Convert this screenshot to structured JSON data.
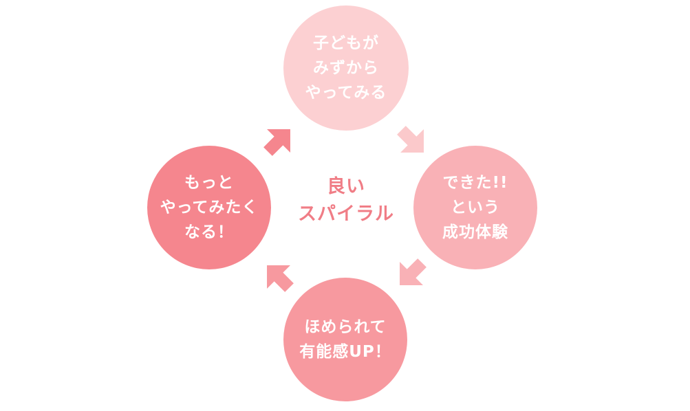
{
  "diagram": {
    "center_label": "良い\nスパイラル",
    "nodes": [
      {
        "id": "top",
        "label": "子どもが\nみずから\nやってみる",
        "color": "#fcd0d2"
      },
      {
        "id": "right",
        "label": "できた!!\nという\n成功体験",
        "color": "#f9b1b6"
      },
      {
        "id": "bottom",
        "label": "ほめられて\n有能感UP！",
        "color": "#f7999f"
      },
      {
        "id": "left",
        "label": "もっと\nやってみたく\nなる！",
        "color": "#f5868e"
      }
    ],
    "arrow_colors": {
      "top_to_right": "#fbc9cb",
      "right_to_bottom": "#f9b1b6",
      "bottom_to_left": "#f7999f",
      "left_to_top": "#f5868e"
    }
  }
}
